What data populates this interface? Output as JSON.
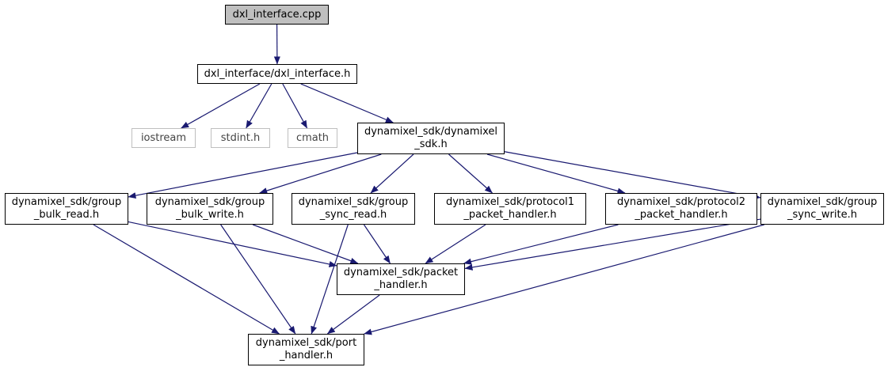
{
  "nodes": {
    "dxl_interface_cpp": "dxl_interface.cpp",
    "dxl_interface_h": "dxl_interface/dxl_interface.h",
    "iostream": "iostream",
    "stdint_h": "stdint.h",
    "cmath": "cmath",
    "dynamixel_sdk_h": "dynamixel_sdk/dynamixel\n_sdk.h",
    "group_bulk_read": "dynamixel_sdk/group\n_bulk_read.h",
    "group_bulk_write": "dynamixel_sdk/group\n_bulk_write.h",
    "group_sync_read": "dynamixel_sdk/group\n_sync_read.h",
    "protocol1": "dynamixel_sdk/protocol1\n_packet_handler.h",
    "protocol2": "dynamixel_sdk/protocol2\n_packet_handler.h",
    "group_sync_write": "dynamixel_sdk/group\n_sync_write.h",
    "packet_handler": "dynamixel_sdk/packet\n_handler.h",
    "port_handler": "dynamixel_sdk/port\n_handler.h"
  },
  "edges": [
    [
      "dxl_interface_cpp",
      "dxl_interface_h"
    ],
    [
      "dxl_interface_h",
      "iostream"
    ],
    [
      "dxl_interface_h",
      "stdint_h"
    ],
    [
      "dxl_interface_h",
      "cmath"
    ],
    [
      "dxl_interface_h",
      "dynamixel_sdk_h"
    ],
    [
      "dynamixel_sdk_h",
      "group_bulk_read"
    ],
    [
      "dynamixel_sdk_h",
      "group_bulk_write"
    ],
    [
      "dynamixel_sdk_h",
      "group_sync_read"
    ],
    [
      "dynamixel_sdk_h",
      "protocol1"
    ],
    [
      "dynamixel_sdk_h",
      "protocol2"
    ],
    [
      "dynamixel_sdk_h",
      "group_sync_write"
    ],
    [
      "group_bulk_read",
      "packet_handler"
    ],
    [
      "group_bulk_read",
      "port_handler"
    ],
    [
      "group_bulk_write",
      "packet_handler"
    ],
    [
      "group_bulk_write",
      "port_handler"
    ],
    [
      "group_sync_read",
      "packet_handler"
    ],
    [
      "group_sync_read",
      "port_handler"
    ],
    [
      "protocol1",
      "packet_handler"
    ],
    [
      "protocol2",
      "packet_handler"
    ],
    [
      "group_sync_write",
      "packet_handler"
    ],
    [
      "group_sync_write",
      "port_handler"
    ],
    [
      "packet_handler",
      "port_handler"
    ]
  ],
  "colors": {
    "edge": "#191970",
    "root_fill": "#bfbfbf",
    "external_border": "#bfbfbf"
  }
}
